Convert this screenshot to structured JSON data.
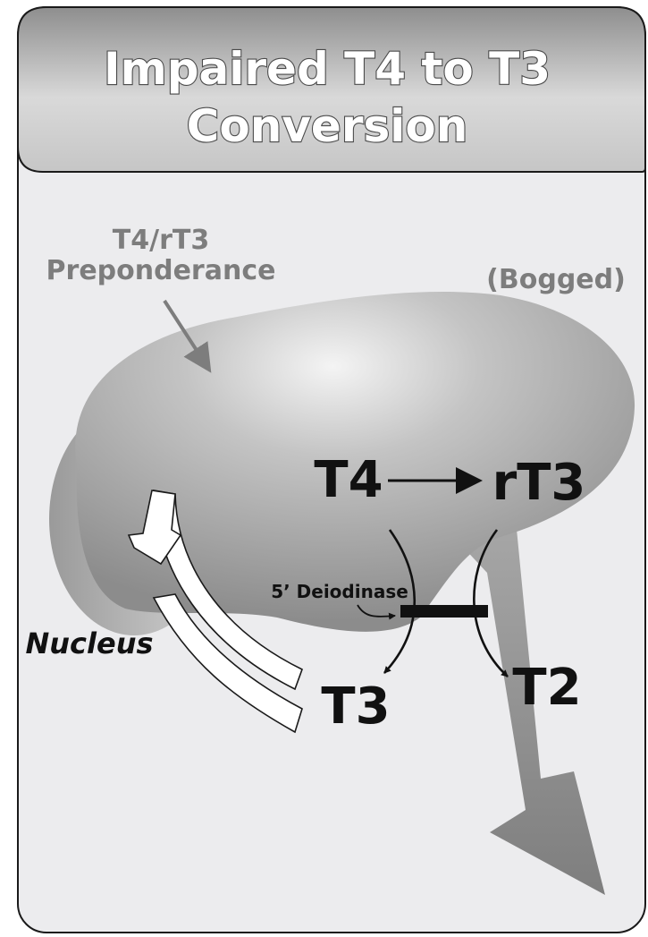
{
  "header": {
    "title_line1": "Impaired T4 to T3",
    "title_line2": "Conversion"
  },
  "labels": {
    "preponderance_line1": "T4/rT3",
    "preponderance_line2": "Preponderance",
    "bogged": "(Bogged)",
    "nucleus": "Nucleus",
    "deiodinase": "5’ Deiodinase"
  },
  "hormones": {
    "t4": "T4",
    "rt3": "rT3",
    "t3": "T3",
    "t2": "T2"
  },
  "colors": {
    "panel_background": "#ececee",
    "header_dark": "#6a6a6a",
    "header_light": "#d8d8d8",
    "cell_light": "#dcdcdc",
    "cell_dark": "#8a8a8a",
    "label_gray": "#7d7d7d",
    "ink": "#111111"
  }
}
